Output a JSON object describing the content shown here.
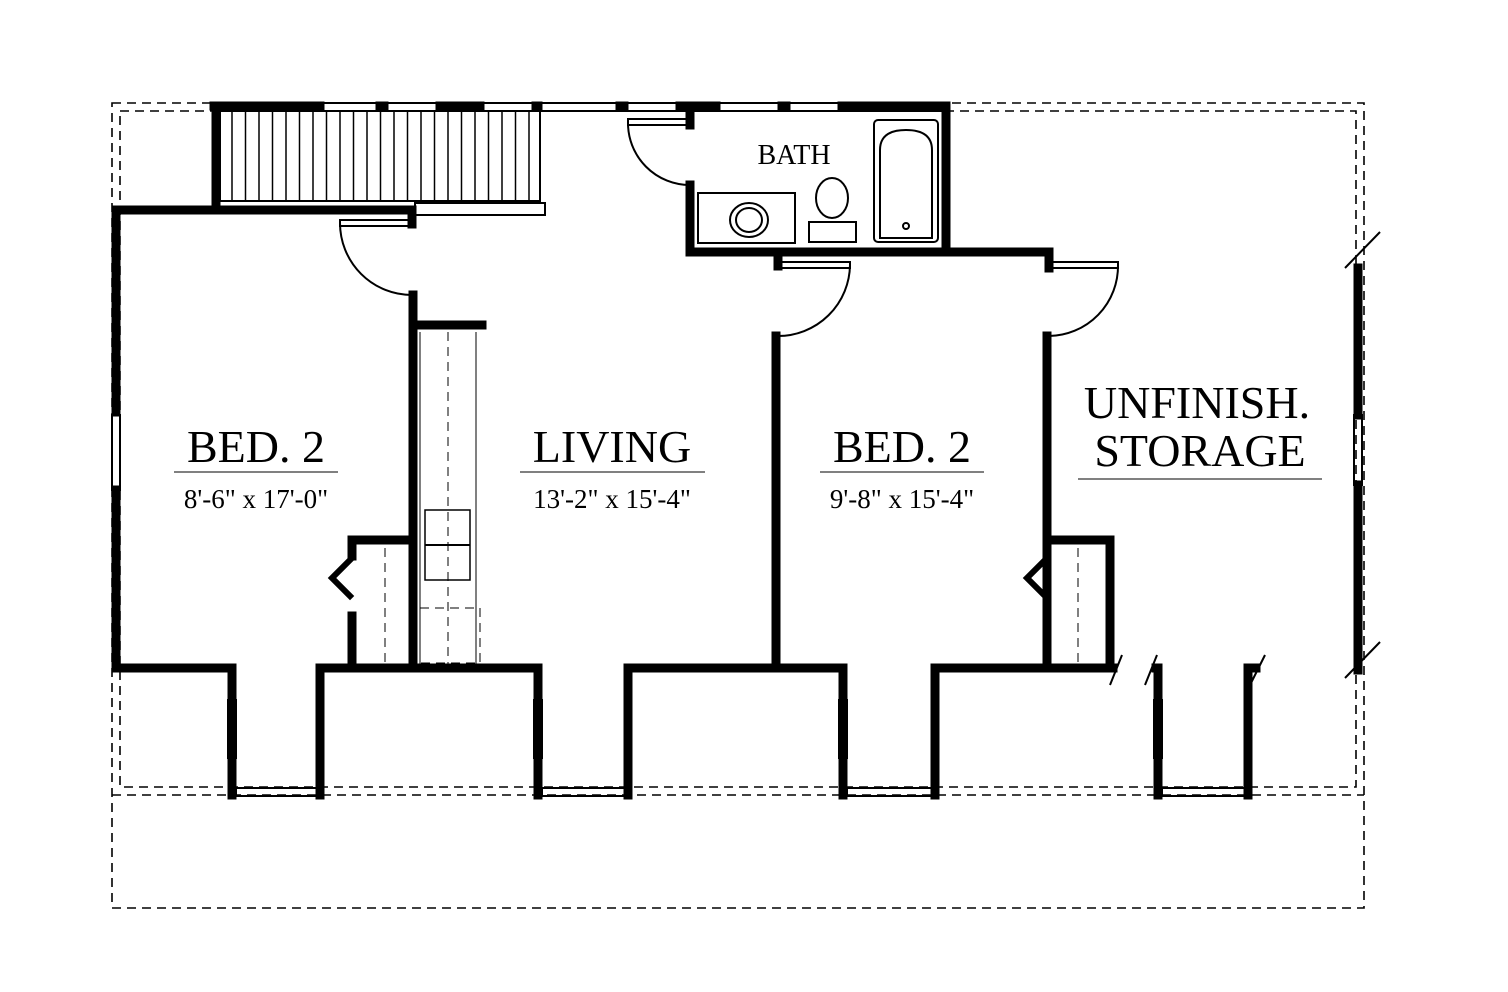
{
  "plan": {
    "rooms": [
      {
        "name": "BED. 2",
        "dimensions": "8'-6\" x 17'-0\""
      },
      {
        "name": "LIVING",
        "dimensions": "13'-2\" x 15'-4\""
      },
      {
        "name": "BED. 2",
        "dimensions": "9'-8\" x 15'-4\""
      }
    ],
    "storage": {
      "line1": "UNFINISH.",
      "line2": "STORAGE"
    },
    "bath": "BATH"
  }
}
